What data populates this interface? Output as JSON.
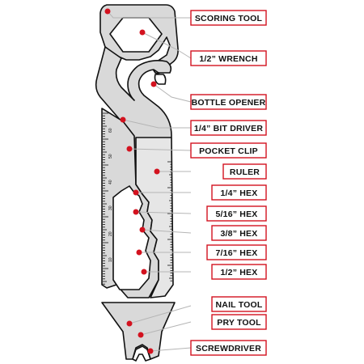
{
  "diagram": {
    "accent_color": "#d3121f",
    "labels": [
      {
        "id": "scoring-tool",
        "text": "SCORING TOOL"
      },
      {
        "id": "half-inch-wrench",
        "text": "1/2” WRENCH"
      },
      {
        "id": "bottle-opener",
        "text": "BOTTLE OPENER"
      },
      {
        "id": "bit-driver",
        "text": "1/4” BIT DRIVER"
      },
      {
        "id": "pocket-clip",
        "text": "POCKET CLIP"
      },
      {
        "id": "ruler",
        "text": "RULER"
      },
      {
        "id": "hex-1-4",
        "text": "1/4” HEX"
      },
      {
        "id": "hex-5-16",
        "text": "5/16” HEX"
      },
      {
        "id": "hex-3-8",
        "text": "3/8” HEX"
      },
      {
        "id": "hex-7-16",
        "text": "7/16” HEX"
      },
      {
        "id": "hex-1-2",
        "text": "1/2” HEX"
      },
      {
        "id": "nail-tool",
        "text": "NAIL TOOL"
      },
      {
        "id": "pry-tool",
        "text": "PRY TOOL"
      },
      {
        "id": "screwdriver",
        "text": "SCREWDRIVER"
      }
    ],
    "ruler_numbers": [
      "60",
      "50",
      "40",
      "30",
      "20",
      "10"
    ]
  }
}
